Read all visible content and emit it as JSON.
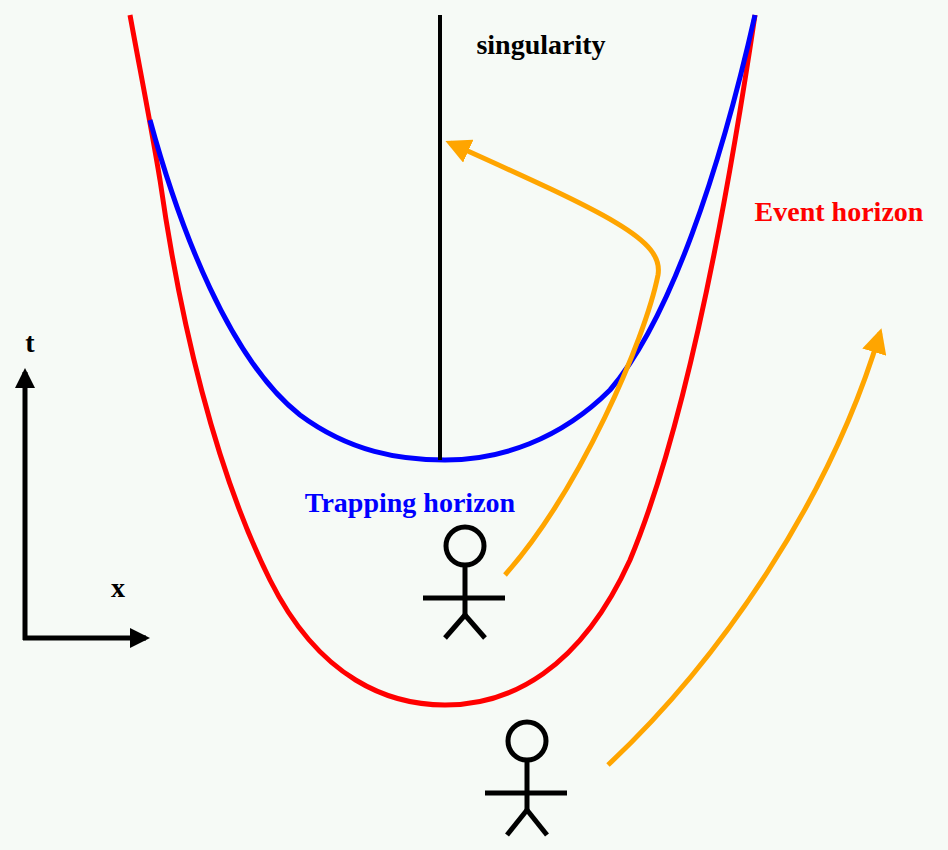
{
  "diagram": {
    "labels": [
      "singularity",
      "Event horizon",
      "Trapping horizon",
      "t",
      "x"
    ]
  }
}
